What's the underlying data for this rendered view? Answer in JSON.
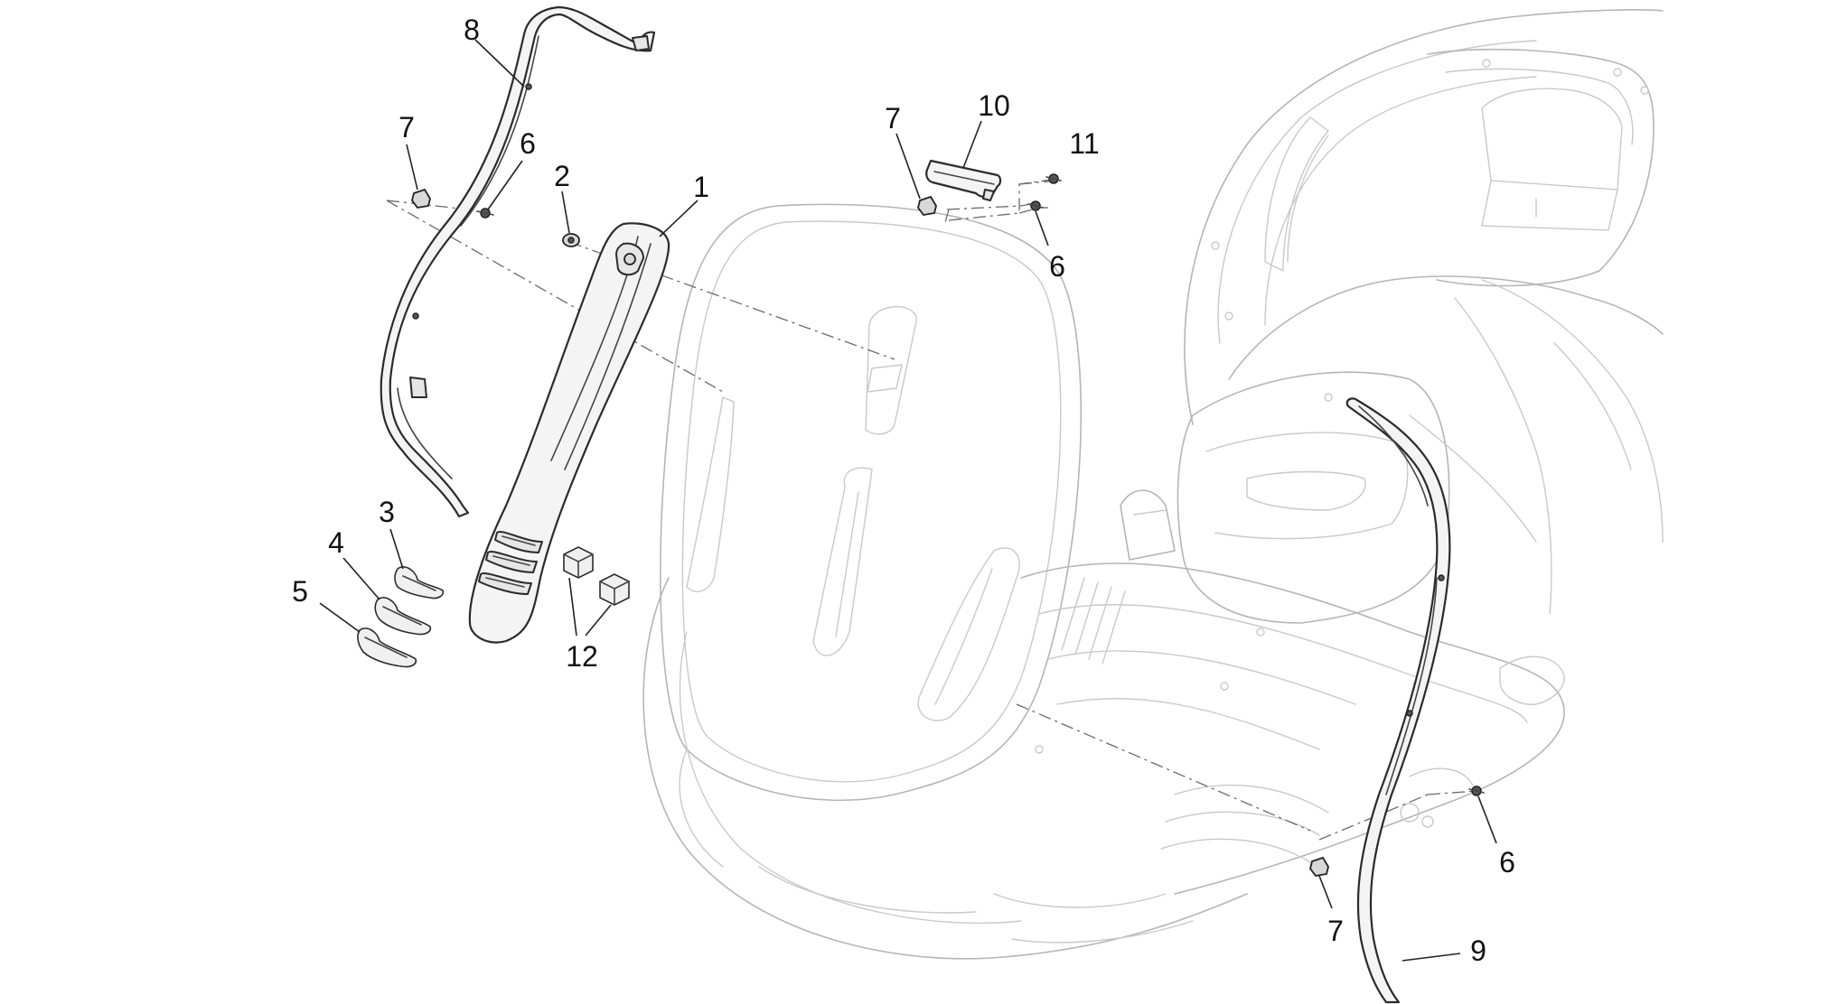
{
  "diagram": {
    "callouts": [
      {
        "id": "c8",
        "label": "8"
      },
      {
        "id": "c7a",
        "label": "7"
      },
      {
        "id": "c6a",
        "label": "6"
      },
      {
        "id": "c2",
        "label": "2"
      },
      {
        "id": "c1",
        "label": "1"
      },
      {
        "id": "c3",
        "label": "3"
      },
      {
        "id": "c4",
        "label": "4"
      },
      {
        "id": "c5",
        "label": "5"
      },
      {
        "id": "c12",
        "label": "12"
      },
      {
        "id": "c7b",
        "label": "7"
      },
      {
        "id": "c10",
        "label": "10"
      },
      {
        "id": "c11",
        "label": "11"
      },
      {
        "id": "c6b",
        "label": "6"
      },
      {
        "id": "c6c",
        "label": "6"
      },
      {
        "id": "c7c",
        "label": "7"
      },
      {
        "id": "c9",
        "label": "9"
      }
    ]
  }
}
